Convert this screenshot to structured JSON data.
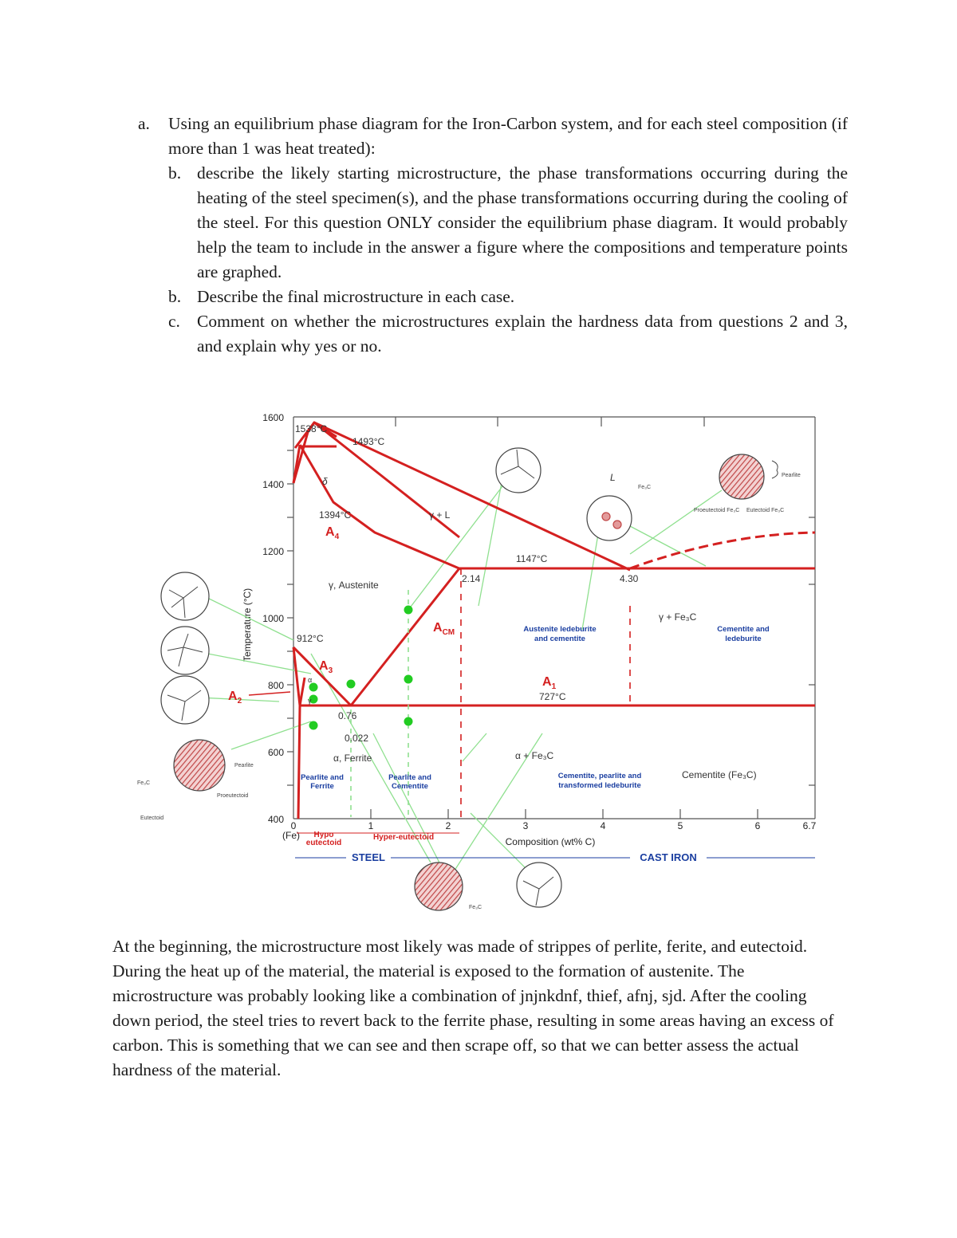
{
  "questions": {
    "a": {
      "marker": "a.",
      "text": "Using an equilibrium phase diagram for the Iron-Carbon system, and for each steel composition (if more than 1 was heat treated):"
    },
    "sub": [
      {
        "marker": "b.",
        "text": "describe the likely starting microstructure, the phase transformations occurring during the heating of the steel specimen(s), and the phase transformations occurring during the cooling of the steel.  For this question ONLY consider the equilibrium phase diagram. It would probably help the team to include in the answer a figure where the compositions and temperature points are graphed."
      },
      {
        "marker": "b.",
        "text": "Describe the final microstructure in each case."
      },
      {
        "marker": "c.",
        "text": "Comment on whether the microstructures explain the hardness data from questions 2 and 3, and explain why yes or no."
      }
    ]
  },
  "diagram": {
    "y_axis_label": "Temperature (°C)",
    "y_ticks": [
      "1600",
      "1400",
      "1200",
      "1000",
      "800",
      "600",
      "400"
    ],
    "x_ticks": [
      "0",
      "1",
      "2",
      "3",
      "4",
      "5",
      "6",
      "6.7"
    ],
    "x_axis_label": "Composition (wt% C)",
    "fe_label": "(Fe)",
    "temps": {
      "t1538": "1538°C",
      "t1493": "1493°C",
      "t1394": "1394°C",
      "t1147": "1147°C",
      "t912": "912°C",
      "t727": "727°C"
    },
    "compositions": {
      "c214": "2.14",
      "c430": "4.30",
      "c076": "0.76",
      "c0022": "0.022"
    },
    "critical_lines": {
      "a1": "A",
      "a1_sub": "1",
      "a2": "A",
      "a2_sub": "2",
      "a3": "A",
      "a3_sub": "3",
      "a4": "A",
      "a4_sub": "4",
      "acm": "A",
      "acm_sub": "CM"
    },
    "phases": {
      "delta": "δ",
      "gamma_l": "γ + L",
      "liquid": "L",
      "austenite": "γ, Austenite",
      "alpha_small": "α",
      "gamma_small": "γ",
      "ferrite": "α, Ferrite",
      "gamma_fe3c": "γ + Fe₃C",
      "alpha_fe3c": "α + Fe₃C",
      "cementite_fe3c": "Cementite (Fe₃C)"
    },
    "microstructures": {
      "pearlite_ferrite": [
        "Pearlite and",
        "Ferrite"
      ],
      "pearlite_cementite": [
        "Pearlite and",
        "Cementite"
      ],
      "austenite_ledeburite": [
        "Austenite ledeburite",
        "and cementite"
      ],
      "cementite_ledeburite": [
        "Cementite and",
        "ledeburite"
      ],
      "cementite_pearlite": [
        "Cementite, pearlite and",
        "transformed ledeburite"
      ]
    },
    "bottom_labels": {
      "hypo": "Hypo",
      "eutectoid": "eutectoid",
      "hyper": "Hyper-eutectoid",
      "steel": "STEEL",
      "cast_iron": "CAST IRON"
    },
    "callouts": {
      "pearlite": "Pearlite",
      "proeutectoid": "Proeutectoid",
      "fe3c": "Fe₃C",
      "eutectoid": "Eutectoid",
      "proeutectoid_fe3c": "Proeutectoid Fe₃C",
      "eutectoid_fe3c": "Eutectoid Fe₃C"
    },
    "colors": {
      "phase_lines": "#d42020",
      "leader_lines": "#8fe08f",
      "markers": "#22cc22",
      "label_blue": "#1a3ea0",
      "micro_fill": "#e39a9a"
    }
  },
  "answer": "At the beginning, the microstructure most likely was made of strippes of perlite, ferite, and eutectoid. During the heat up of the material, the material is exposed to the formation of austenite. The microstructure was probably looking like a combination of jnjnkdnf, thief, afnj, sjd. After the cooling down period, the steel tries to revert back to the ferrite phase, resulting in some areas having an excess of carbon. This is something that we can see and then scrape off, so that we can better assess the actual hardness of the material."
}
